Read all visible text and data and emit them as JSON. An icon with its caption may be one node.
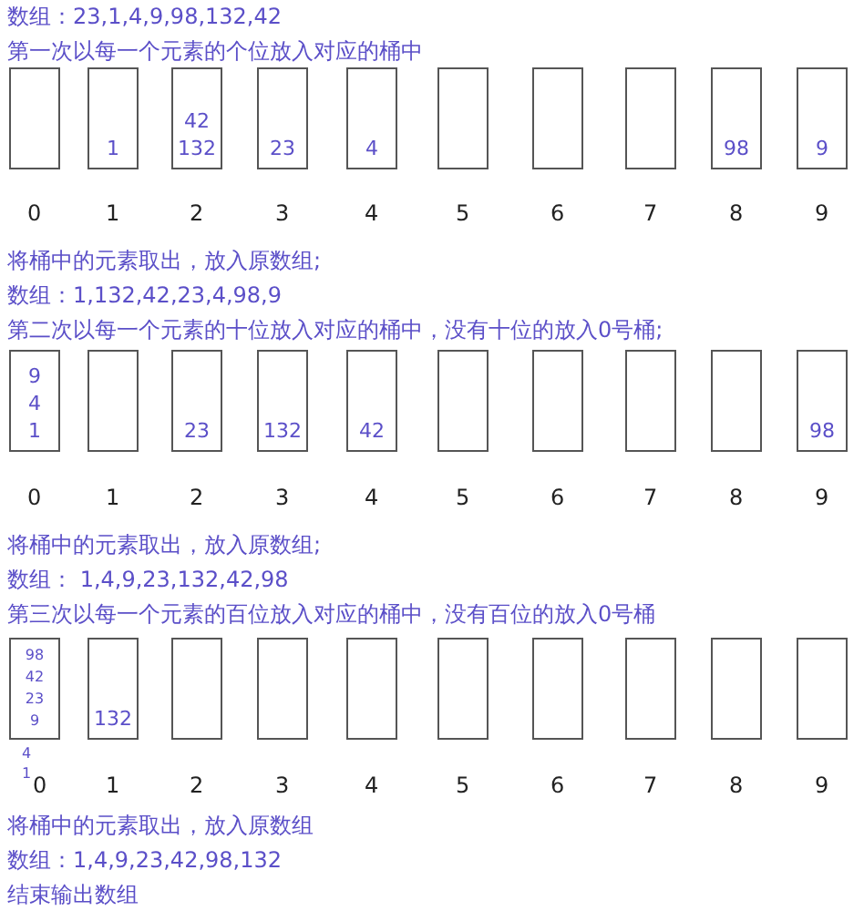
{
  "diagram": {
    "nodes": [
      {
        "text": [],
        "shape": "box"
      },
      {
        "text": [
          "1"
        ]
      },
      {
        "text": [
          "42",
          "132"
        ]
      },
      {
        "text": [
          "23"
        ]
      },
      {
        "text": [
          "4"
        ]
      },
      {
        "text": [],
        "shape": "box"
      },
      {
        "text": [],
        "shape": "box"
      },
      {
        "text": [],
        "shape": "box"
      },
      {
        "text": [
          "98"
        ]
      },
      {
        "text": [
          "9"
        ]
      },
      {
        "text": [
          "9",
          "4",
          "1"
        ]
      },
      {
        "text": [],
        "shape": "box"
      },
      {
        "text": [
          "23"
        ]
      },
      {
        "text": [
          "132"
        ]
      },
      {
        "text": [
          "42"
        ]
      },
      {
        "text": [],
        "shape": "box"
      },
      {
        "text": [],
        "shape": "box"
      },
      {
        "text": [],
        "shape": "box"
      },
      {
        "text": [],
        "shape": "box"
      },
      {
        "text": [
          "98"
        ]
      },
      {
        "text": [
          "98",
          "42",
          "23",
          "9"
        ],
        "beside": [
          "4",
          "1"
        ]
      },
      {
        "text": [
          "132"
        ]
      },
      {
        "text": [],
        "shape": "box"
      },
      {
        "text": [],
        "shape": "box"
      },
      {
        "text": [],
        "shape": "box"
      },
      {
        "text": [],
        "shape": "box"
      },
      {
        "text": [],
        "shape": "box"
      },
      {
        "text": [],
        "shape": "box"
      },
      {
        "text": [],
        "shape": "box"
      },
      {
        "text": [],
        "shape": "box"
      }
    ],
    "edges": [],
    "labels": [
      "数组：23,1,4,9,98,132,42",
      "第一次以每一个元素的个位放入对应的桶中",
      "0",
      "1",
      "2",
      "3",
      "4",
      "5",
      "6",
      "7",
      "8",
      "9",
      "将桶中的元素取出，放入原数组;",
      "数组：1,132,42,23,4,98,9",
      "第二次以每一个元素的十位放入对应的桶中，没有十位的放入0号桶;",
      "0",
      "1",
      "2",
      "3",
      "4",
      "5",
      "6",
      "7",
      "8",
      "9",
      "将桶中的元素取出，放入原数组;",
      "数组： 1,4,9,23,132,42,98",
      "第三次以每一个元素的百位放入对应的桶中，没有百位的放入0号桶",
      "0",
      "1",
      "2",
      "3",
      "4",
      "5",
      "6",
      "7",
      "8",
      "9",
      "将桶中的元素取出，放入原数组",
      "数组：1,4,9,23,42,98,132",
      "结束输出数组"
    ]
  }
}
